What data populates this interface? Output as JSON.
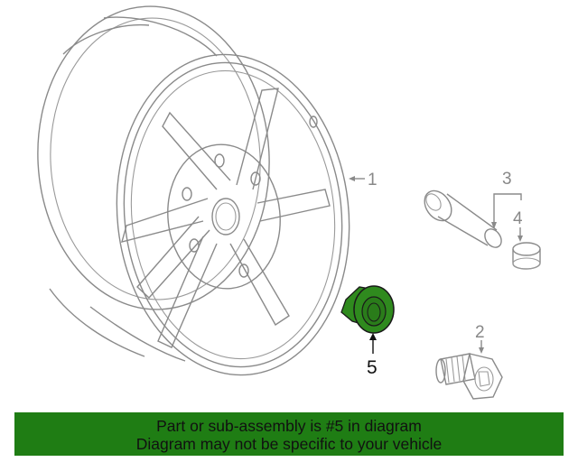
{
  "callouts": {
    "wheel": "1",
    "bolt": "2",
    "valve": "3",
    "cap": "4",
    "center_cap": "5"
  },
  "banner": {
    "line1": "Part or sub-assembly is #5 in diagram",
    "line2": "Diagram may not be specific to your vehicle"
  },
  "colors": {
    "highlight_part": "#2f8a1e",
    "banner_background": "#1f7d14",
    "line_art": "#8a8a8a"
  }
}
